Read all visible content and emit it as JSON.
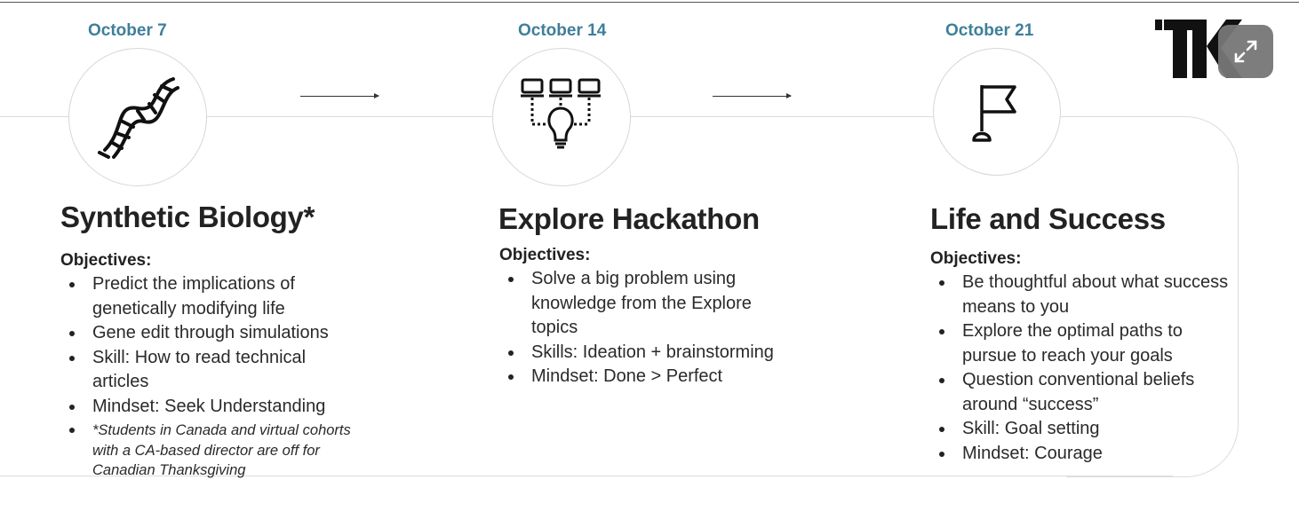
{
  "columns": [
    {
      "date": "October 7",
      "icon": "dna-icon",
      "title": "Synthetic Biology*",
      "objectives_label": "Objectives:",
      "items": [
        "Predict the implications of genetically modifying life",
        "Gene edit through simulations",
        "Skill: How to read technical articles",
        "Mindset: Seek Understanding"
      ],
      "note": "*Students in Canada and virtual cohorts with a CA-based director are off for Canadian Thanksgiving"
    },
    {
      "date": "October 14",
      "icon": "hackathon-lightbulb-icon",
      "title": "Explore Hackathon",
      "objectives_label": "Objectives:",
      "items": [
        "Solve a big problem using knowledge from the Explore topics",
        "Skills: Ideation + brainstorming",
        "Mindset: Done > Perfect"
      ]
    },
    {
      "date": "October 21",
      "icon": "flag-icon",
      "title": "Life and Success",
      "objectives_label": "Objectives:",
      "items": [
        "Be thoughtful about what success means to you",
        "Explore the optimal paths to pursue to reach your goals",
        "Question conventional beliefs around “success”",
        "Skill: Goal setting",
        "Mindset: Courage"
      ]
    }
  ],
  "logo": {
    "text": "TKS",
    "color": "#111111"
  },
  "colors": {
    "date": "#3f7f99",
    "line": "#dcdcdc"
  }
}
